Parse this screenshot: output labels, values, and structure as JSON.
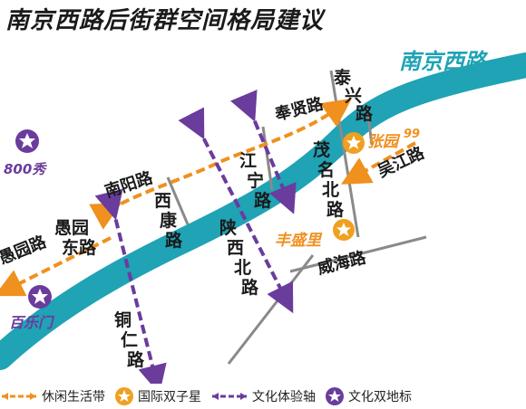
{
  "title": "南京西路后街群空间格局建议",
  "colors": {
    "river": "#1fa3b5",
    "orange": "#f0901e",
    "purple": "#6a3c9c",
    "road": "#8a8a8a",
    "star_orange": "#f0a020",
    "star_purple": "#6a3c9c"
  },
  "roads": {
    "nanjing_xilu": "南京西路",
    "taixing": "泰兴路",
    "fengxian": "奉贤路",
    "zhangyuan": "张园",
    "wujiang": "吴江路",
    "maoming_bei": "茂名北路",
    "jiangning": "江宁路",
    "nanyang": "南阳路",
    "xikang": "西康路",
    "shaanxi_bei": "陕西北路",
    "huiyuan_dong": "愚园东路",
    "huiyuan": "愚园路",
    "tongren": "铜仁路",
    "weihai": "威海路",
    "fengsheng": "丰盛里"
  },
  "landmarks": {
    "l800": "800秀",
    "bailemen": "百乐门"
  },
  "legend": [
    {
      "icon": "orange-arrow-icon",
      "label": "休闲生活带"
    },
    {
      "icon": "orange-star-icon",
      "label": "国际双子星"
    },
    {
      "icon": "purple-arrow-icon",
      "label": "文化体验轴"
    },
    {
      "icon": "purple-star-icon",
      "label": "文化双地标"
    }
  ]
}
